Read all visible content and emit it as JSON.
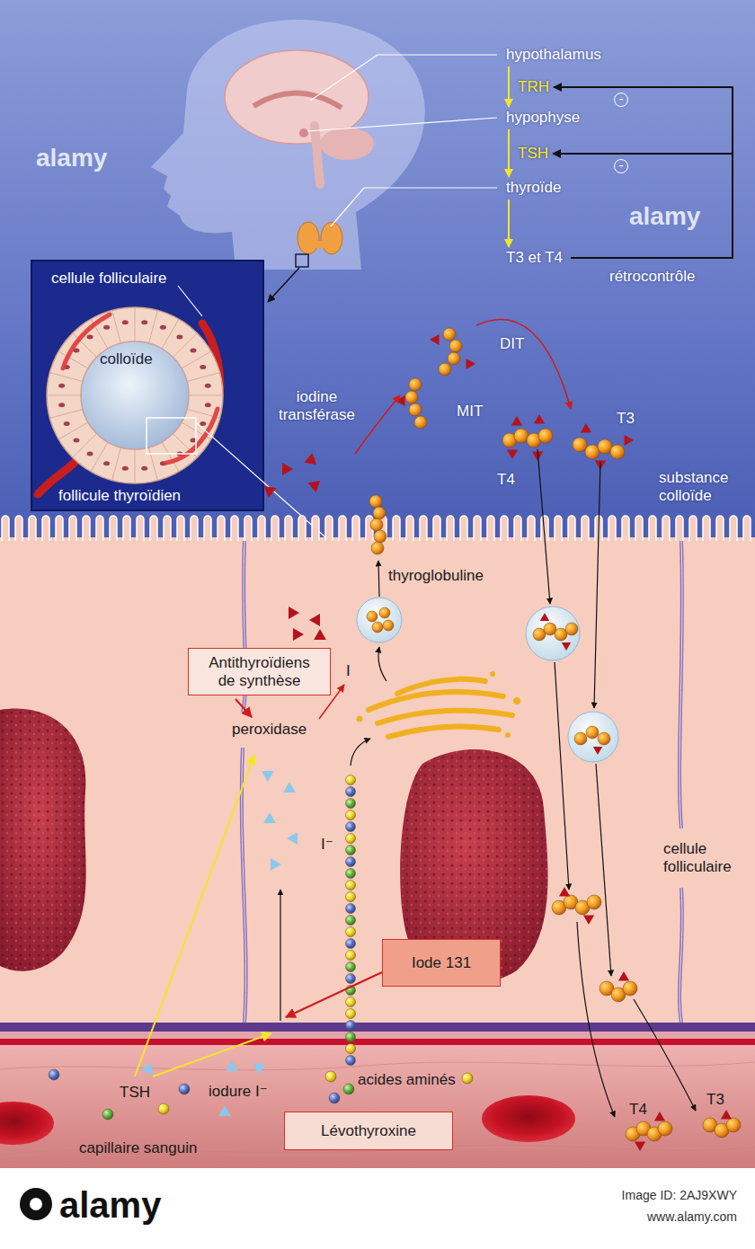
{
  "diagram": {
    "nodes": [
      {
        "text": [
          "hypothalamus"
        ]
      },
      {
        "text": [
          "hypophyse"
        ]
      },
      {
        "text": [
          "thyroïde"
        ]
      },
      {
        "text": [
          "T3 et T4"
        ]
      },
      {
        "text": [
          "cellule folliculaire",
          "colloïde",
          "follicule thyroïdien"
        ]
      },
      {
        "text": [
          "Antithyroïdiens de synthèse"
        ]
      },
      {
        "text": [
          "Iode 131"
        ]
      },
      {
        "text": [
          "Lévothyroxine"
        ]
      }
    ],
    "edges": [
      {
        "from": 0,
        "to": 1,
        "label": "TRH",
        "arrow": "to"
      },
      {
        "from": 1,
        "to": 2,
        "label": "TSH",
        "arrow": "to"
      },
      {
        "from": 2,
        "to": 3,
        "arrow": "to"
      },
      {
        "from": 3,
        "to": 0,
        "arrow": "to"
      },
      {
        "from": 3,
        "to": 1,
        "arrow": "to"
      }
    ],
    "labels": [
      "-",
      "-",
      "rétrocontrôle",
      "iodine transférase",
      "DIT",
      "MIT",
      "T4",
      "T3",
      "substance colloïde",
      "thyroglobuline",
      "I",
      "peroxidase",
      "I⁻",
      "cellule folliculaire",
      "TSH",
      "iodure I⁻",
      "acides aminés",
      "capillaire sanguin",
      "T4",
      "T3",
      "alamy",
      "alamy",
      "alamy",
      "Image ID: 2AJ9XWY",
      "www.alamy.com"
    ]
  }
}
